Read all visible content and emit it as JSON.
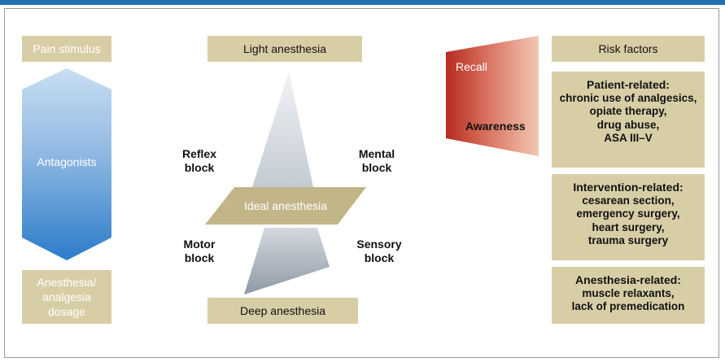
{
  "left": {
    "top_label": "Pain stimulus",
    "arrow_label": "Antagonists",
    "bottom_label": "Anesthesia/\nanalgesia\ndosage"
  },
  "center": {
    "top_label": "Light anesthesia",
    "middle_label": "Ideal anesthesia",
    "bottom_label": "Deep anesthesia",
    "reflex_block": "Reflex\nblock",
    "mental_block": "Mental\nblock",
    "motor_block": "Motor\nblock",
    "sensory_block": "Sensory\nblock"
  },
  "right": {
    "recall_label": "Recall",
    "awareness_label": "Awareness",
    "risk_header": "Risk factors",
    "patient": {
      "title": "Patient-related:",
      "body": "chronic use of analgesics,\nopiate therapy,\ndrug abuse,\nASA III–V"
    },
    "intervention": {
      "title": "Intervention-related:",
      "body": "cesarean section,\nemergency surgery,\nheart surgery,\ntrauma surgery"
    },
    "anesthesia": {
      "title": "Anesthesia-related:",
      "body": "muscle relaxants,\nlack of premedication"
    }
  },
  "colors": {
    "accent_bar": "#1f6fb3",
    "tan": "#d8cea6",
    "arrow_light": "#c5dcf2",
    "arrow_dark": "#2d7fcb",
    "recall_red": "#b52c21"
  }
}
